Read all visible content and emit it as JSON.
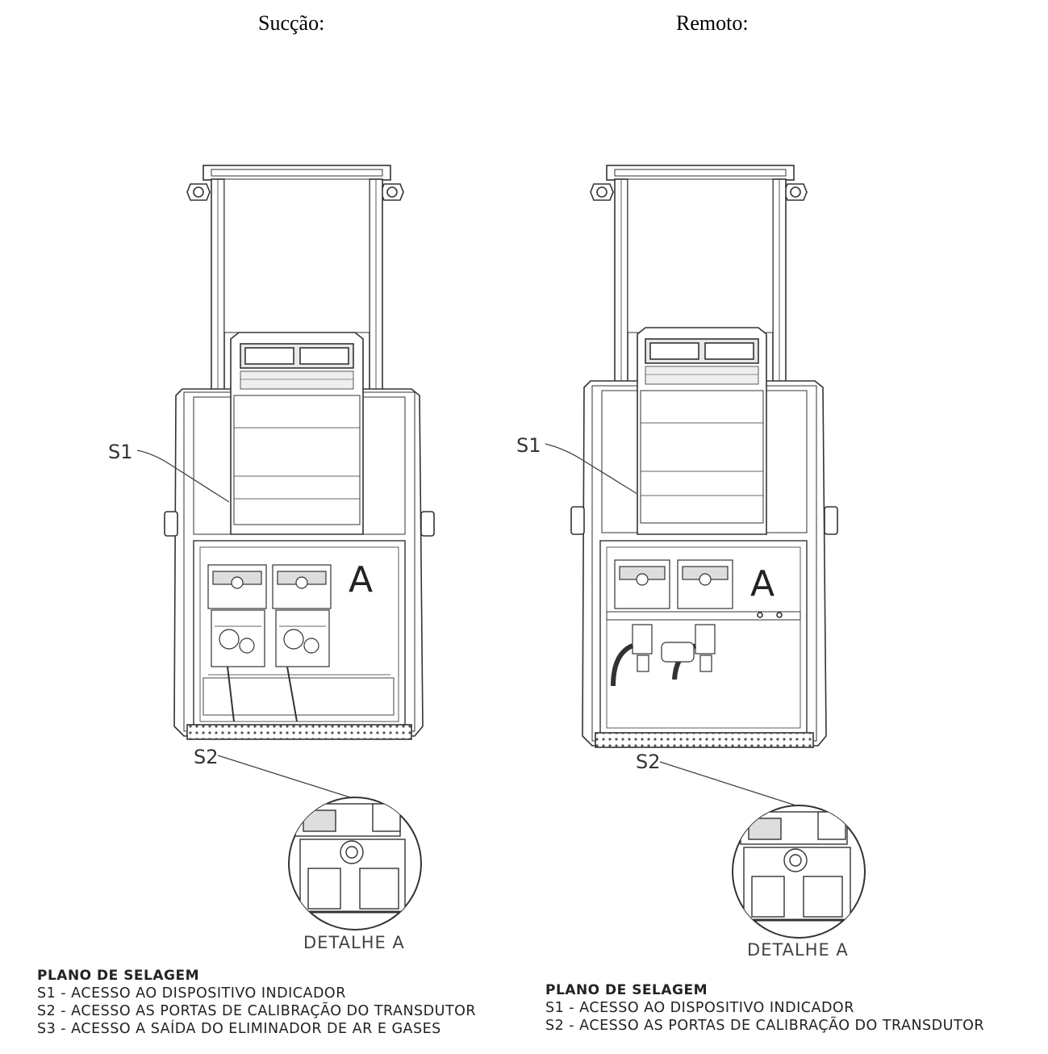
{
  "panels": [
    {
      "title": "Sucção:",
      "callouts": {
        "s1": "S1",
        "s2": "S2"
      },
      "detail_marker": "A",
      "detail_label": "DETALHE A",
      "legend": {
        "heading": "PLANO DE SELAGEM",
        "items": [
          "S1 - ACESSO AO DISPOSITIVO INDICADOR",
          "S2 - ACESSO AS PORTAS DE CALIBRAÇÃO DO TRANSDUTOR",
          "S3 - ACESSO A SAÍDA DO ELIMINADOR DE AR E GASES"
        ]
      }
    },
    {
      "title": "Remoto:",
      "callouts": {
        "s1": "S1",
        "s2": "S2"
      },
      "detail_marker": "A",
      "detail_label": "DETALHE A",
      "legend": {
        "heading": "PLANO DE SELAGEM",
        "items": [
          "S1 - ACESSO AO DISPOSITIVO INDICADOR",
          "S2 - ACESSO AS PORTAS DE CALIBRAÇÃO DO TRANSDUTOR"
        ]
      }
    }
  ],
  "colors": {
    "line": "#333333",
    "light_line": "#777777",
    "fill": "#ffffff"
  }
}
